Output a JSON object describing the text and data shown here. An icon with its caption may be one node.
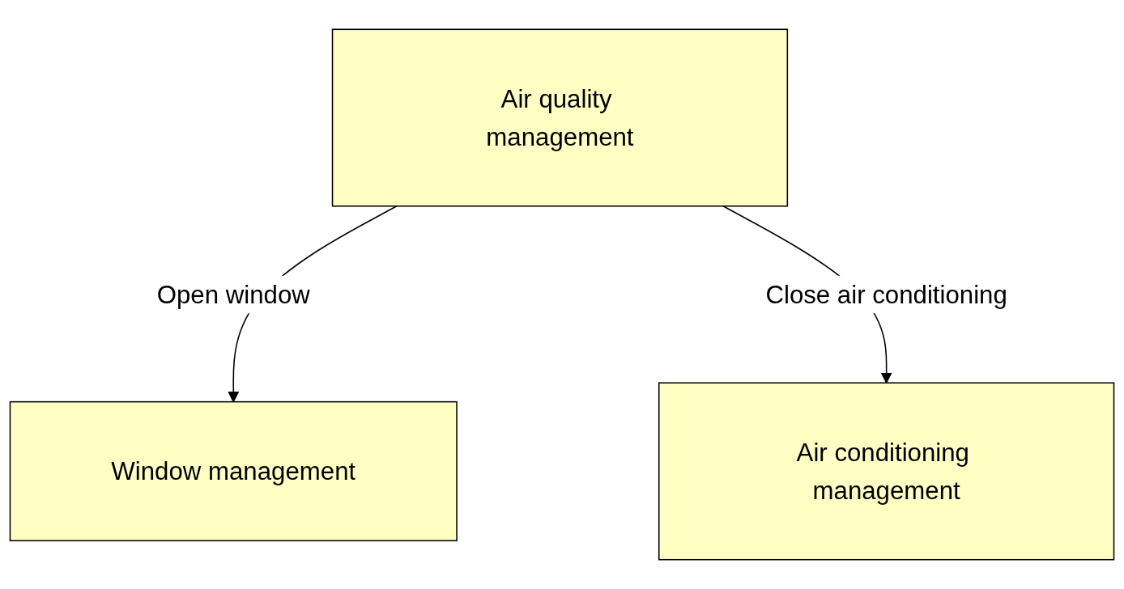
{
  "diagram": {
    "nodes": [
      {
        "text": [
          "Air quality management"
        ]
      },
      {
        "text": [
          "Window management"
        ]
      },
      {
        "text": [
          "Air conditioning management"
        ]
      }
    ],
    "edges": [
      {
        "from": 0,
        "to": 1,
        "arrow": "to",
        "label": "Open window"
      },
      {
        "from": 0,
        "to": 2,
        "arrow": "to",
        "label": "Close air conditioning"
      }
    ]
  }
}
